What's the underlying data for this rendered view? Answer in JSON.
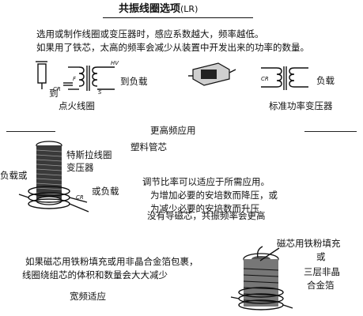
{
  "title": "共振线圈选项",
  "title_suffix": "(LR)",
  "intro": {
    "line1": "选用或制作线圈或变压器时，感应系数越大，频率越低。",
    "line2": "如果用了铁芯，太高的频率会减少从装置中开发出来的功率的数量。"
  },
  "diagram1": {
    "to_load": "到负载",
    "to": "到",
    "caption": "点火线圈",
    "labels": [
      "F",
      "CR",
      "S",
      "HV"
    ]
  },
  "diagram2": {
    "load": "负载",
    "caption": "标准功率变压器",
    "labels": [
      "CR"
    ]
  },
  "section_higher": "更高频应用",
  "tesla": {
    "plastic_core": "塑料管芯",
    "name_line1": "特斯拉线圈",
    "name_line2": "变压器",
    "load_or": "负载或",
    "or_load": "或负载",
    "labels": [
      "CR"
    ]
  },
  "tuning": {
    "line1": "调节比率可以适应于所需应用。",
    "line2": "为增加必要的安培数而降压，或",
    "line3": "为减少必要的安培数而升压"
  },
  "no_core_note": "没有导磁芯，共振频率会更高",
  "powder": {
    "line1": "如果磁芯用铁粉填充或用非晶合金箔包裹，",
    "line2": "线圈绕组芯的体积和数量会大大减少",
    "wideband": "宽频适应",
    "core_line1": "磁芯用铁粉填充",
    "core_line2": "或",
    "core_line3": "三层非晶",
    "core_line4": "合金箔"
  }
}
